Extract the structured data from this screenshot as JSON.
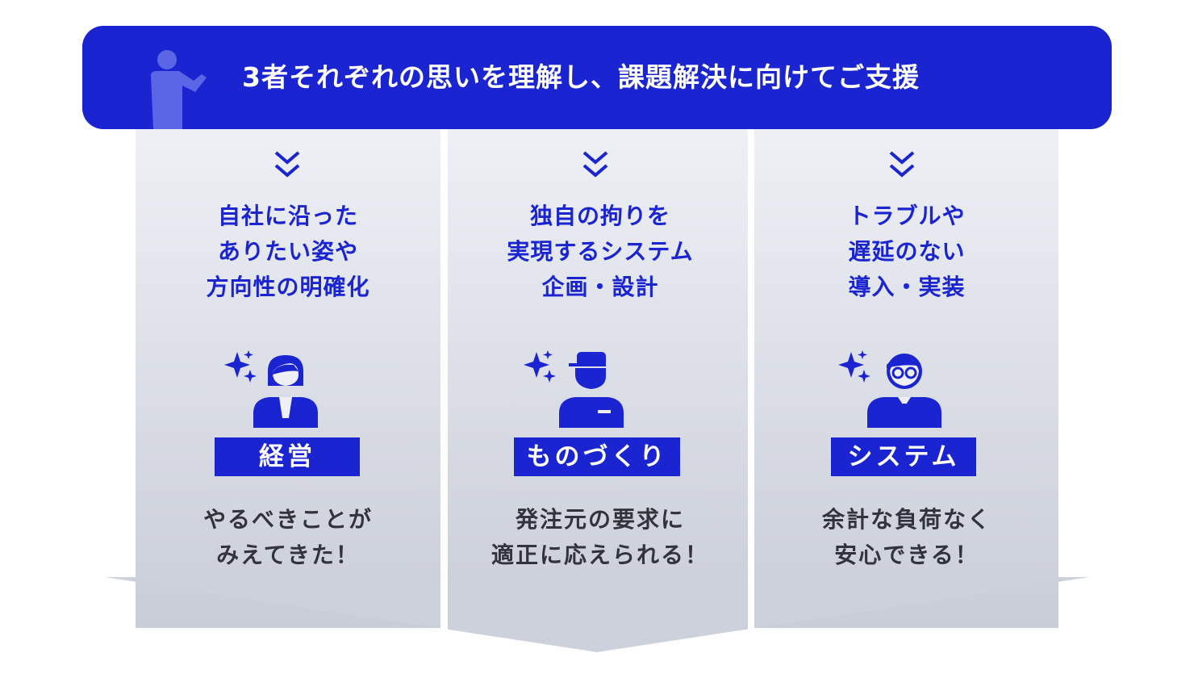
{
  "banner": {
    "title": "3者それぞれの思いを理解し、課題解決に向けてご支援",
    "icon": "presenter-icon"
  },
  "columns": [
    {
      "heading": [
        "自社に沿った",
        "ありたい姿や",
        "方向性の明確化"
      ],
      "role": "経営",
      "result": [
        "やるべきことが",
        "みえてきた！"
      ],
      "icon": "businesswoman-icon"
    },
    {
      "heading": [
        "独自の拘りを",
        "実現するシステム",
        "企画・設計"
      ],
      "role": "ものづくり",
      "result": [
        "発注元の要求に",
        "適正に応えられる！"
      ],
      "icon": "worker-cap-icon"
    },
    {
      "heading": [
        "トラブルや",
        "遅延のない",
        "導入・実装"
      ],
      "role": "システム",
      "result": [
        "余計な負荷なく",
        "安心できる！"
      ],
      "icon": "engineer-glasses-icon"
    }
  ],
  "colors": {
    "brand": "#1a24d1",
    "panel_top": "#eef0f5",
    "panel_bottom": "#c9cdd8",
    "result_text": "#33333d"
  }
}
